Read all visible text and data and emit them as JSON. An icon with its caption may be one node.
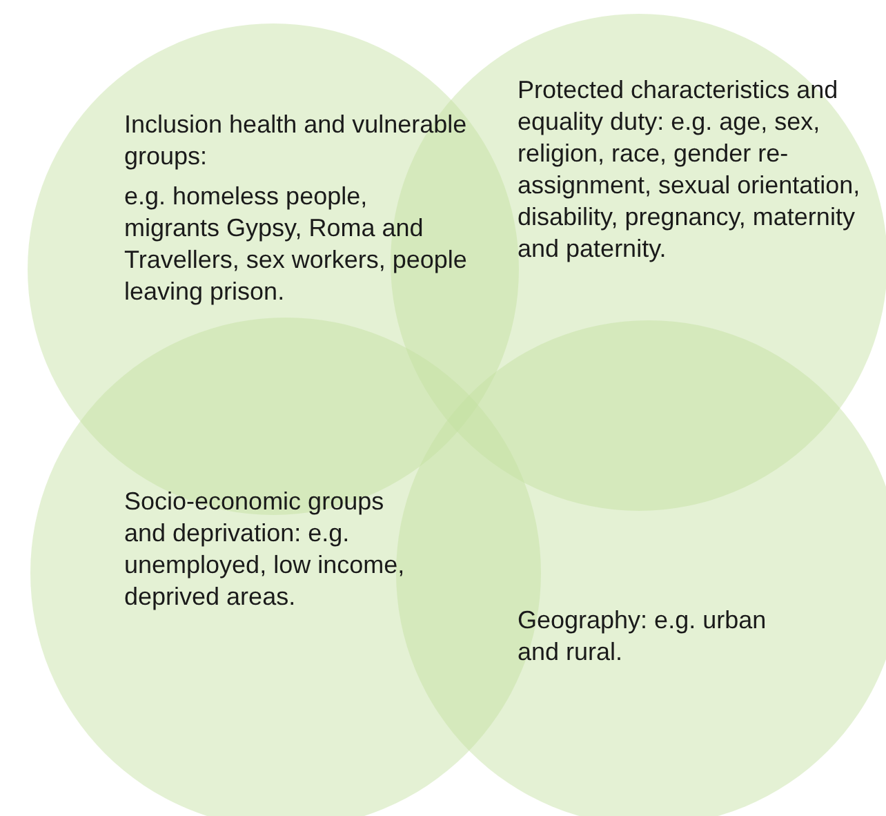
{
  "diagram": {
    "nodes": [
      {
        "text": [
          "Inclusion health and vulnerable groups:",
          "e.g. homeless people, migrants Gypsy, Roma and Travellers, sex workers, people leaving prison."
        ]
      },
      {
        "text": [
          "Protected characteristics and equality duty: e.g. age, sex, religion, race, gender re-assignment, sexual orientation, disability, pregnancy, maternity and paternity."
        ]
      },
      {
        "text": [
          "Socio-economic groups and deprivation: e.g. unemployed, low income, deprived areas."
        ]
      },
      {
        "text": [
          "Geography: e.g. urban and rural."
        ]
      }
    ]
  }
}
